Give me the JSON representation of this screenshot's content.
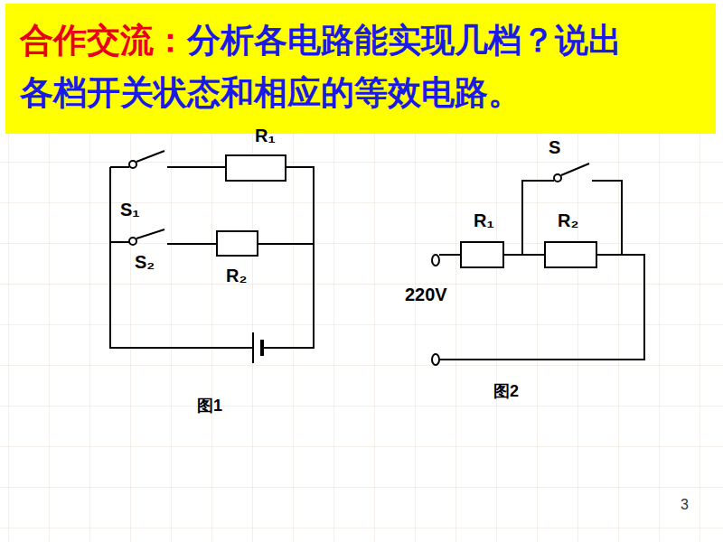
{
  "diagram": {
    "nodes": [
      {
        "text": [
          "合作交流：",
          "分析各电路能实现几档？说出各档开关状态和相应的等效电路。"
        ]
      }
    ],
    "labels": [
      "R₁",
      "S₁",
      "S₂",
      "R₂",
      "图1",
      "S",
      "R₁",
      "R₂",
      "220V",
      "图2",
      "3"
    ]
  }
}
